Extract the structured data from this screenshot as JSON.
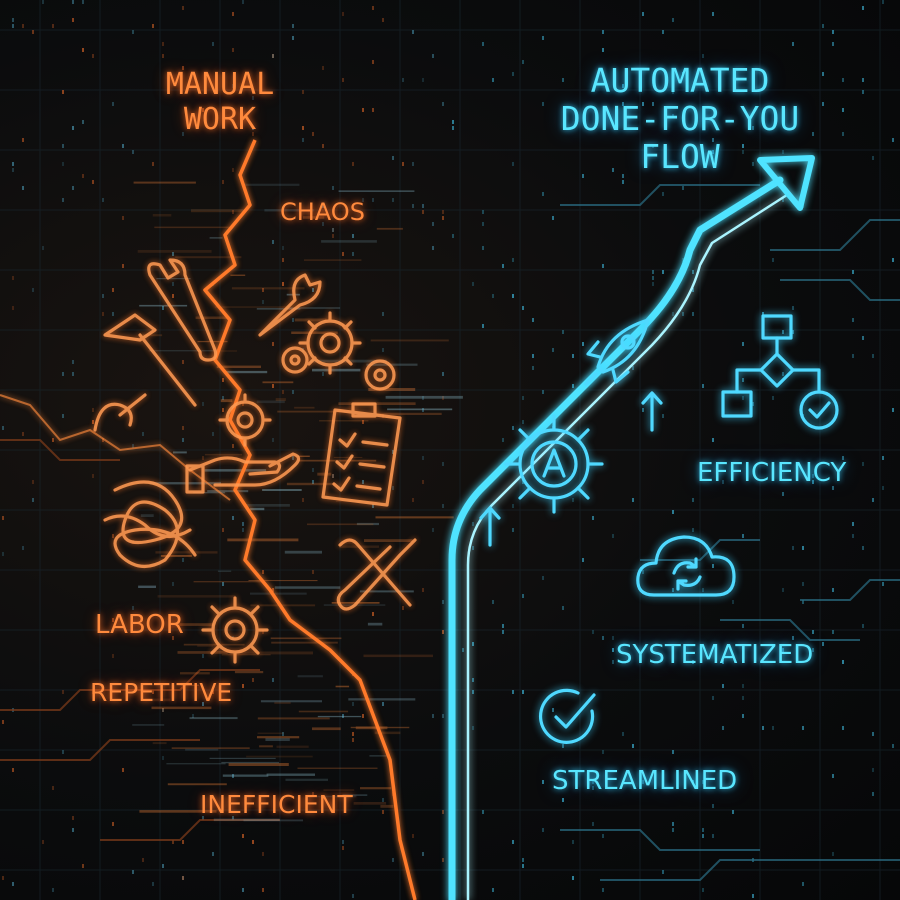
{
  "left": {
    "title_line1": "MANUAL",
    "title_line2": "WORK",
    "words": {
      "chaos": "CHAOS",
      "labor": "LABOR",
      "repetitive": "REPETITIVE",
      "inefficient": "INEFFICIENT"
    },
    "color": "#ff8a3d"
  },
  "right": {
    "title_line1": "AUTOMATED",
    "title_line2": "DONE-FOR-YOU",
    "title_line3": "FLOW",
    "words": {
      "efficiency": "EFFICIENCY",
      "systematized": "SYSTEMATIZED",
      "streamlined": "STREAMLINED"
    },
    "gear_letter": "A",
    "color": "#59e6ff"
  },
  "icons": {
    "left": [
      "hammer-icon",
      "wrench-icon",
      "gears-icon",
      "screwdriver-icon",
      "hand-gear-icon",
      "clipboard-icon",
      "tangled-rope-icon",
      "tools-crossed-icon",
      "gear-icon"
    ],
    "right": [
      "rocket-icon",
      "arrow-up-icon",
      "flowchart-icon",
      "automation-gear-icon",
      "cloud-sync-icon",
      "checkmark-circle-icon",
      "growth-arrow-icon"
    ]
  }
}
